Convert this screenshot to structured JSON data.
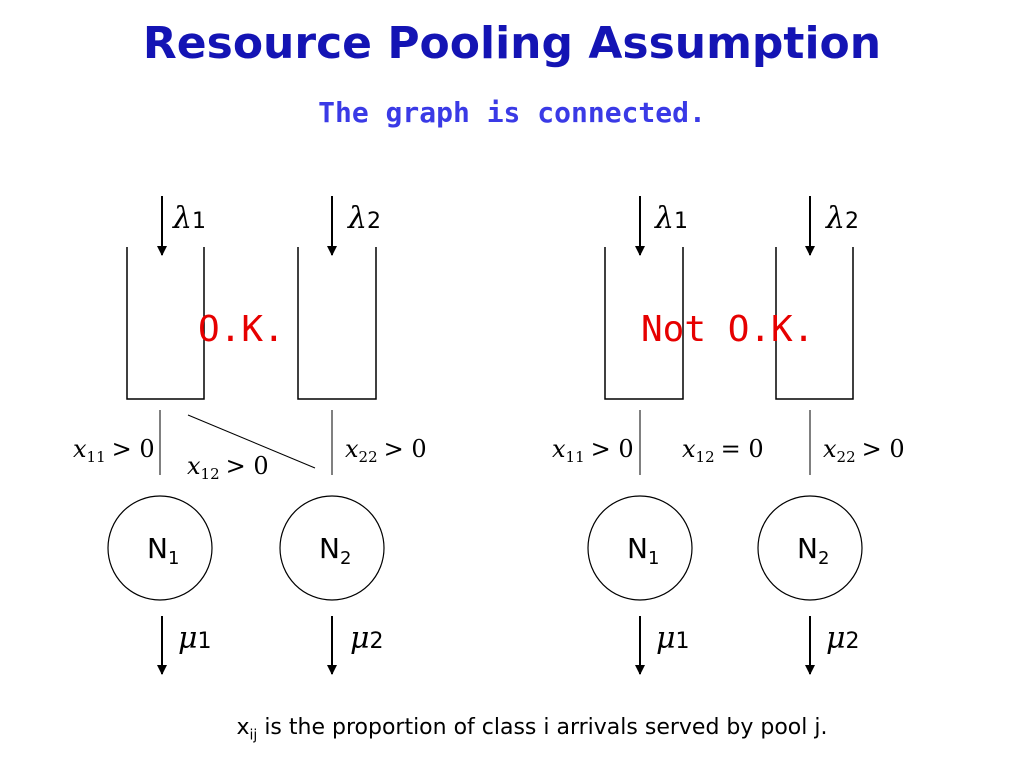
{
  "header": {
    "title": "Resource Pooling Assumption",
    "subtitle": "The graph is connected."
  },
  "left_panel": {
    "verdict": "O.K.",
    "arrival_symbol": "λ",
    "arrival_1_sub": "1",
    "arrival_2_sub": "2",
    "flow_11": {
      "var": "x",
      "sub": "11",
      "relation": "> 0"
    },
    "flow_12": {
      "var": "x",
      "sub": "12",
      "relation": "> 0"
    },
    "flow_22": {
      "var": "x",
      "sub": "22",
      "relation": "> 0"
    },
    "node_1": {
      "letter": "N",
      "sub": "1"
    },
    "node_2": {
      "letter": "N",
      "sub": "2"
    },
    "service_symbol": "μ",
    "service_1_sub": "1",
    "service_2_sub": "2"
  },
  "right_panel": {
    "verdict": "Not O.K.",
    "arrival_symbol": "λ",
    "arrival_1_sub": "1",
    "arrival_2_sub": "2",
    "flow_11": {
      "var": "x",
      "sub": "11",
      "relation": "> 0"
    },
    "flow_12": {
      "var": "x",
      "sub": "12",
      "relation": "= 0"
    },
    "flow_22": {
      "var": "x",
      "sub": "22",
      "relation": "> 0"
    },
    "node_1": {
      "letter": "N",
      "sub": "1"
    },
    "node_2": {
      "letter": "N",
      "sub": "2"
    },
    "service_symbol": "μ",
    "service_1_sub": "1",
    "service_2_sub": "2"
  },
  "footnote": {
    "var": "x",
    "sub": "ij",
    "text": " is the proportion of class i arrivals served by pool j."
  },
  "colors": {
    "title": "#1414b4",
    "subtitle": "#3a3ae6",
    "verdict": "#e60000",
    "lines": "#000000"
  }
}
